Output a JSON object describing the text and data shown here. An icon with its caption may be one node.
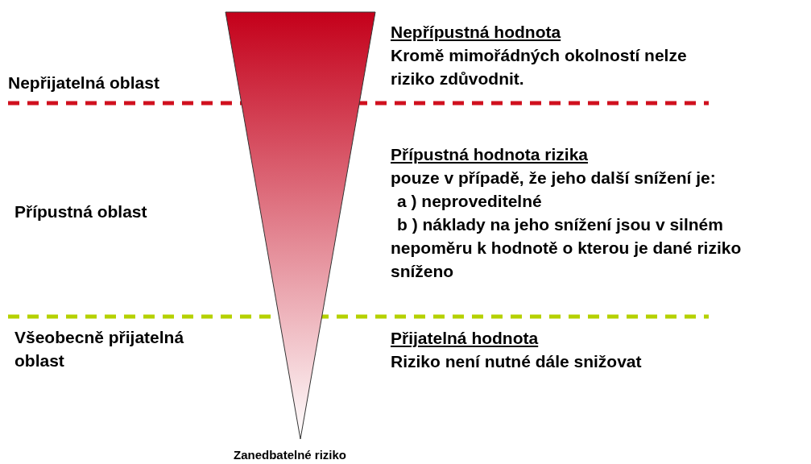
{
  "diagram": {
    "nodes": [
      {
        "text": [],
        "shape": "triangle"
      }
    ],
    "labels": [
      "Nepřípustná hodnota",
      "Kromě mimořádných okolností nelze riziko zdůvodnit.",
      "Nepřijatelná oblast",
      "Přípustná oblast",
      "Přípustná hodnota rizika",
      "pouze v případě, že jeho další snížení je:",
      "a ) neproveditelné",
      "b ) náklady na jeho snížení jsou v silném nepoměru k hodnotě o kterou je dané riziko sníženo",
      "Všeobecně přijatelná oblast",
      "Přijatelná hodnota",
      "Riziko není nutné dále snižovat",
      "Zanedbatelné riziko"
    ]
  }
}
